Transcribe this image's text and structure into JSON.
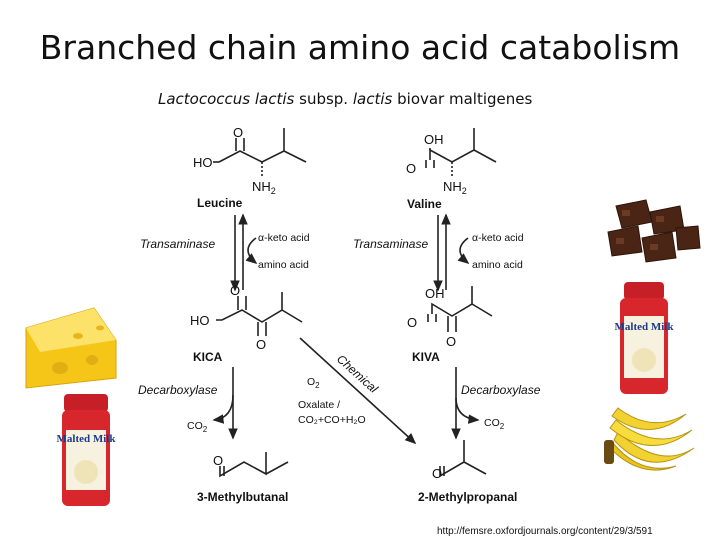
{
  "title": "Branched chain amino acid catabolism",
  "subtitle": {
    "genus": "Lactococcus lactis",
    "subsp": "subsp.",
    "name": "lactis",
    "rest": "biovar maltigenes"
  },
  "atoms": {
    "O": "O",
    "HO": "HO",
    "OH": "OH",
    "NH2": "NH",
    "sub2": "2",
    "CO2": "CO",
    "O2": "O"
  },
  "compounds": {
    "leucine": "Leucine",
    "valine": "Valine",
    "kica": "KICA",
    "kiva": "KIVA",
    "methylbutanal": "3-Methylbutanal",
    "methylpropanal": "2-Methylpropanal"
  },
  "enzymes": {
    "transaminase": "Transaminase",
    "decarboxylase": "Decarboxylase",
    "chemical": "Chemical"
  },
  "cofactors": {
    "keto_acid": "α-keto acid",
    "amino_acid": "amino acid",
    "oxalate": "Oxalate /",
    "products": "CO₂+CO+H₂O"
  },
  "foods": {
    "cheese": "cheese-image",
    "malted_milk": "Malted Milk",
    "chocolate": "chocolate-image",
    "bananas": "banana-image"
  },
  "source_url": "http://femsre.oxfordjournals.org/content/29/3/591"
}
